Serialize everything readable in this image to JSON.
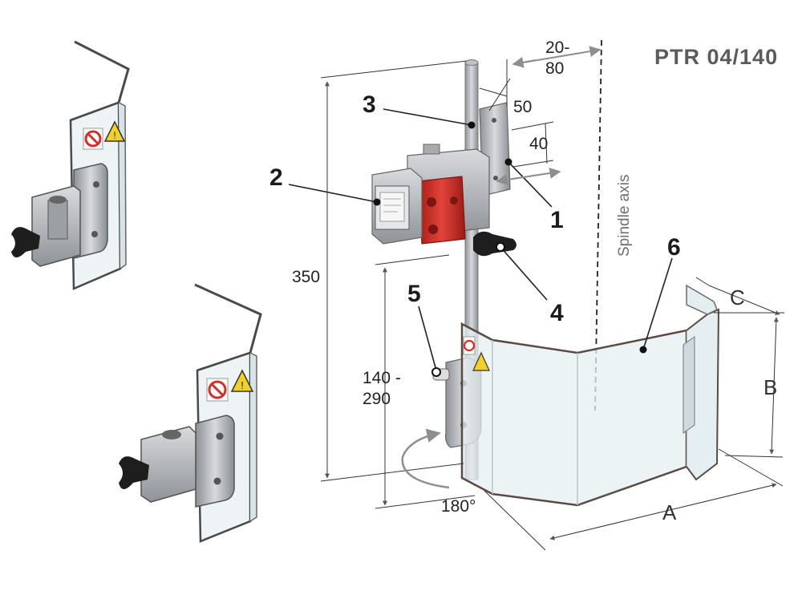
{
  "product": {
    "title": "PTR 04/140"
  },
  "callouts": [
    {
      "id": "1",
      "text": "1"
    },
    {
      "id": "2",
      "text": "2"
    },
    {
      "id": "3",
      "text": "3"
    },
    {
      "id": "4",
      "text": "4"
    },
    {
      "id": "5",
      "text": "5"
    },
    {
      "id": "6",
      "text": "6"
    }
  ],
  "dimensions": {
    "offset_line1": "20-",
    "offset_line2": "80",
    "d50": "50",
    "d40": "40",
    "height_total": "350",
    "height_range_line1": "140 -",
    "height_range_line2": "290",
    "rotation": "180°",
    "A": "A",
    "B": "B",
    "C": "C"
  },
  "axis": {
    "label": "Spindle axis"
  },
  "colors": {
    "clamp_red": "#d8332c",
    "metal": "#b9bcc0",
    "shield": "#e3edf0",
    "dim_arrow": "#9a9a9a"
  },
  "icons": [
    "no-hand-warning-icon",
    "caution-triangle-icon",
    "wing-knob-icon"
  ]
}
